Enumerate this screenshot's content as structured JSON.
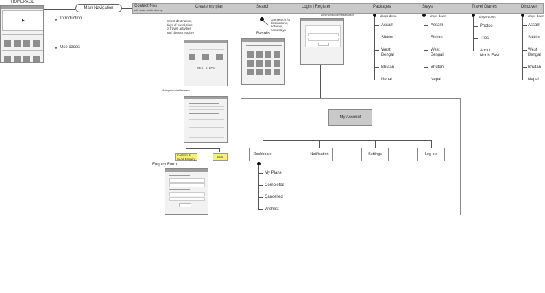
{
  "homepage": {
    "title": "HOMEPAGE",
    "introduction": "Introduction",
    "use_cases": "Use cases",
    "main_navigation": "Main Navigation"
  },
  "nav": {
    "contact": "Contact Nos",
    "contact_sub": "with social media follow up",
    "create_plan": "Create my plan",
    "search": "Search",
    "login": "Login | Register",
    "login_sub": "along with social media support",
    "packages": "Packages",
    "stays": "Stays",
    "travel_diaries": "Travel Diaries",
    "discover": "Discover"
  },
  "create_plan": {
    "description": "Select destination,\ndays of travel, time\nof travel, activities\nand cities to explore",
    "next_steps": "NEXT STEPS",
    "autogenerated": "Autogenerated Itinerary",
    "confirm": "Confirm & Send Enquiry",
    "edit": "Edit",
    "enquiry_form": "Enquiry Form"
  },
  "search": {
    "description": "can search for\ndestinations,\nactivities,\nhomestays",
    "results": "Results"
  },
  "packages": {
    "dropdown": "drops-down",
    "items": [
      "Assam",
      "Sikkim",
      "West\nBengal",
      "Bhutan",
      "Nepal"
    ]
  },
  "stays": {
    "dropdown": "drops-down",
    "items": [
      "Assam",
      "Sikkim",
      "West\nBengal",
      "Bhutan",
      "Nepal"
    ]
  },
  "diaries": {
    "dropdown": "drops-down",
    "items": [
      "Photos",
      "Trips",
      "About\nNorth East"
    ]
  },
  "discover": {
    "dropdown": "drops-down",
    "items": [
      "Assam",
      "Sikkim",
      "West\nBengal",
      "Bhutan",
      "Nepal"
    ]
  },
  "account": {
    "title": "My Account",
    "tabs": [
      "Dashboard",
      "Notification",
      "Settings",
      "Log out"
    ],
    "dashboard_items": [
      "My Plans",
      "Completed",
      "Cancelled",
      "Wishlist"
    ]
  }
}
